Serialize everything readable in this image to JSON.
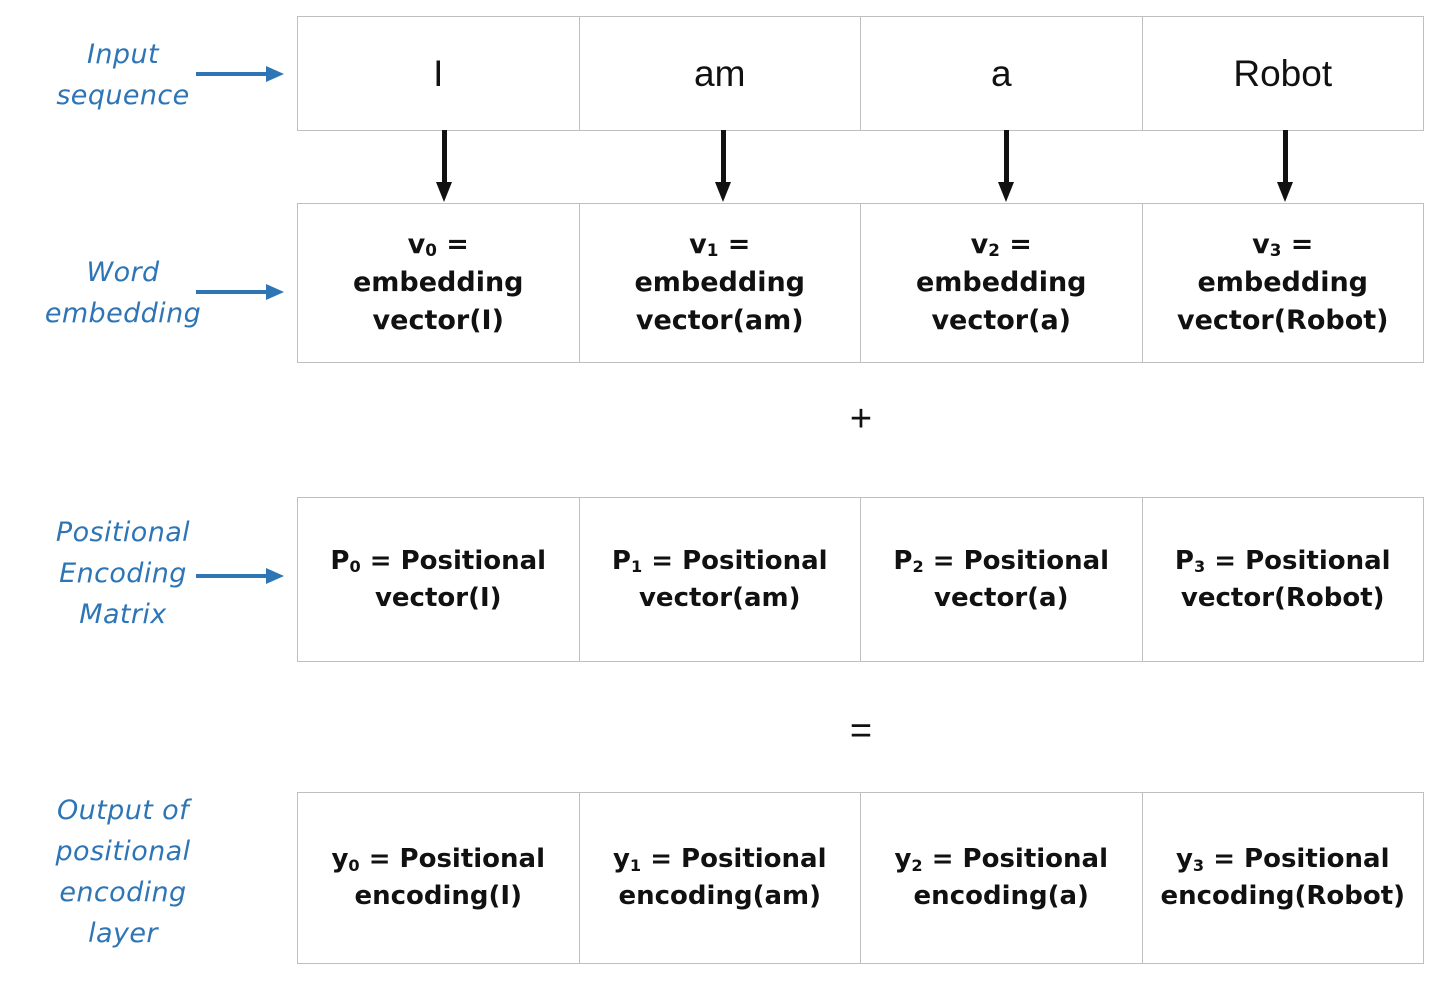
{
  "diagram": {
    "title": "Positional encoding layer data flow",
    "accent_color": "#2E75B6",
    "ink_color": "#111111",
    "border_color": "#BFBFBF",
    "background": "#FFFFFF"
  },
  "labels": {
    "input_sequence": [
      "Input",
      "sequence"
    ],
    "word_embedding": [
      "Word",
      "embedding"
    ],
    "positional_encoding_matrix": [
      "Positional",
      "Encoding",
      "Matrix"
    ],
    "output_of_positional_encoding_layer": [
      "Output of",
      "positional",
      "encoding",
      "layer"
    ]
  },
  "rows": {
    "input_sequence": {
      "name": "Input sequence",
      "cells": [
        "I",
        "am",
        "a",
        "Robot"
      ]
    },
    "word_embedding": {
      "name": "Word embedding",
      "cells": [
        {
          "symbol": "v",
          "index": "0",
          "lines": [
            "embedding",
            "vector(I)"
          ],
          "text": "v0 = embedding vector(I)"
        },
        {
          "symbol": "v",
          "index": "1",
          "lines": [
            "embedding",
            "vector(am)"
          ],
          "text": "v1 = embedding vector(am)"
        },
        {
          "symbol": "v",
          "index": "2",
          "lines": [
            "embedding",
            "vector(a)"
          ],
          "text": "v2 = embedding vector(a)"
        },
        {
          "symbol": "v",
          "index": "3",
          "lines": [
            "embedding",
            "vector(Robot)"
          ],
          "text": "v3 = embedding vector(Robot)"
        }
      ]
    },
    "positional_encoding": {
      "name": "Positional Encoding Matrix",
      "cells": [
        {
          "symbol": "P",
          "index": "0",
          "lines": [
            "= Positional",
            "vector(I)"
          ],
          "text": "P0 = Positional vector(I)"
        },
        {
          "symbol": "P",
          "index": "1",
          "lines": [
            "= Positional",
            "vector(am)"
          ],
          "text": "P1 = Positional vector(am)"
        },
        {
          "symbol": "P",
          "index": "2",
          "lines": [
            "= Positional",
            "vector(a)"
          ],
          "text": "P2 = Positional vector(a)"
        },
        {
          "symbol": "P",
          "index": "3",
          "lines": [
            "= Positional",
            "vector(Robot)"
          ],
          "text": "P3 = Positional vector(Robot)"
        }
      ]
    },
    "output": {
      "name": "Output of positional encoding layer",
      "cells": [
        {
          "symbol": "y",
          "index": "0",
          "lines": [
            "= Positional",
            "encoding(I)"
          ],
          "text": "y0 = Positional encoding(I)"
        },
        {
          "symbol": "y",
          "index": "1",
          "lines": [
            "= Positional",
            "encoding(am)"
          ],
          "text": "y1 = Positional encoding(am)"
        },
        {
          "symbol": "y",
          "index": "2",
          "lines": [
            "= Positional",
            "encoding(a)"
          ],
          "text": "y2 = Positional encoding(a)"
        },
        {
          "symbol": "y",
          "index": "3",
          "lines": [
            "= Positional",
            "encoding(Robot)"
          ],
          "text": "y3 = Positional encoding(Robot)"
        }
      ]
    }
  },
  "operators": {
    "plus": "+",
    "equals": "="
  },
  "connectors": {
    "blue_arrow_icon": "arrow-right-icon",
    "down_arrow_icon": "arrow-down-icon",
    "blue_arrow_count": 3,
    "down_arrow_count": 4
  }
}
